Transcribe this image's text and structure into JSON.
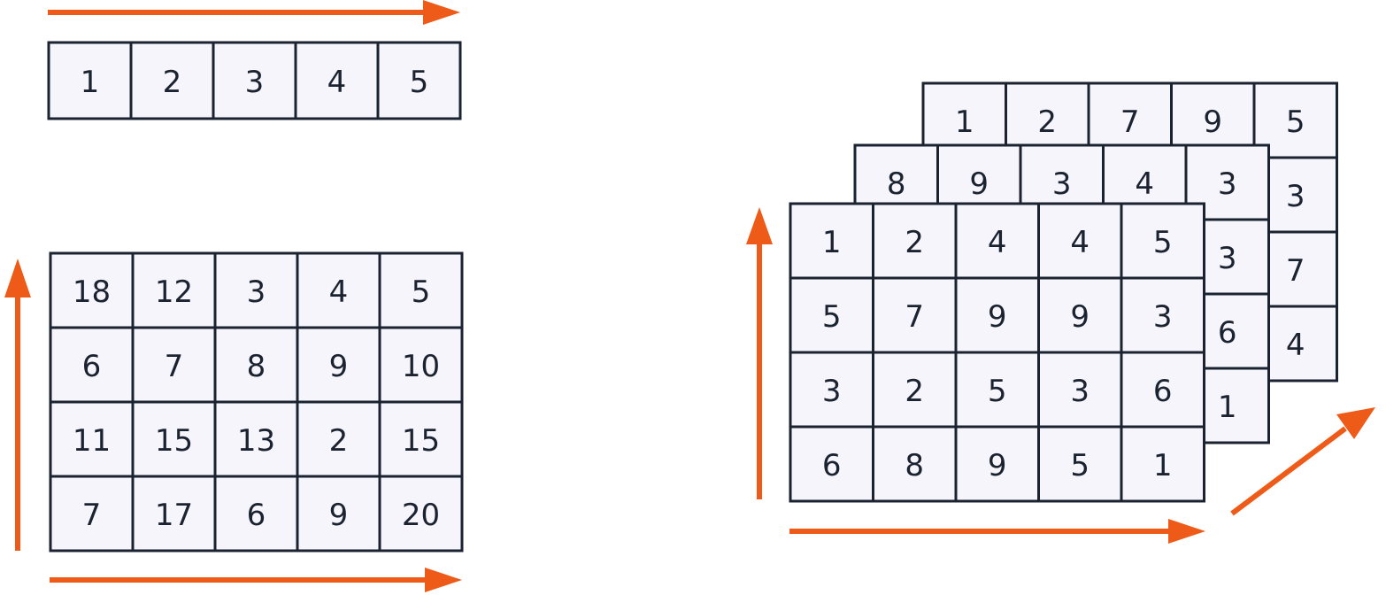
{
  "vector": {
    "values": [
      "1",
      "2",
      "3",
      "4",
      "5"
    ]
  },
  "matrix": {
    "rows": [
      [
        "18",
        "12",
        "3",
        "4",
        "5"
      ],
      [
        "6",
        "7",
        "8",
        "9",
        "10"
      ],
      [
        "11",
        "15",
        "13",
        "2",
        "15"
      ],
      [
        "7",
        "17",
        "6",
        "9",
        "20"
      ]
    ]
  },
  "tensor": {
    "layers": [
      {
        "rows": [
          [
            "1",
            "2",
            "7",
            "9",
            "5"
          ],
          [
            "",
            "",
            "",
            "",
            "3"
          ],
          [
            "",
            "",
            "",
            "",
            "7"
          ],
          [
            "",
            "",
            "",
            "",
            "4"
          ]
        ]
      },
      {
        "rows": [
          [
            "8",
            "9",
            "3",
            "4",
            "3"
          ],
          [
            "",
            "",
            "",
            "",
            "3"
          ],
          [
            "",
            "",
            "",
            "",
            "6"
          ],
          [
            "",
            "",
            "",
            "",
            "1"
          ]
        ]
      },
      {
        "rows": [
          [
            "1",
            "2",
            "4",
            "4",
            "5"
          ],
          [
            "5",
            "7",
            "9",
            "9",
            "3"
          ],
          [
            "3",
            "2",
            "5",
            "3",
            "6"
          ],
          [
            "6",
            "8",
            "9",
            "5",
            "1"
          ]
        ]
      }
    ]
  },
  "colors": {
    "arrow": "#ee5a17",
    "cell_fill": "#f5f5fb",
    "cell_stroke": "#1b2230",
    "text": "#1b2230"
  }
}
